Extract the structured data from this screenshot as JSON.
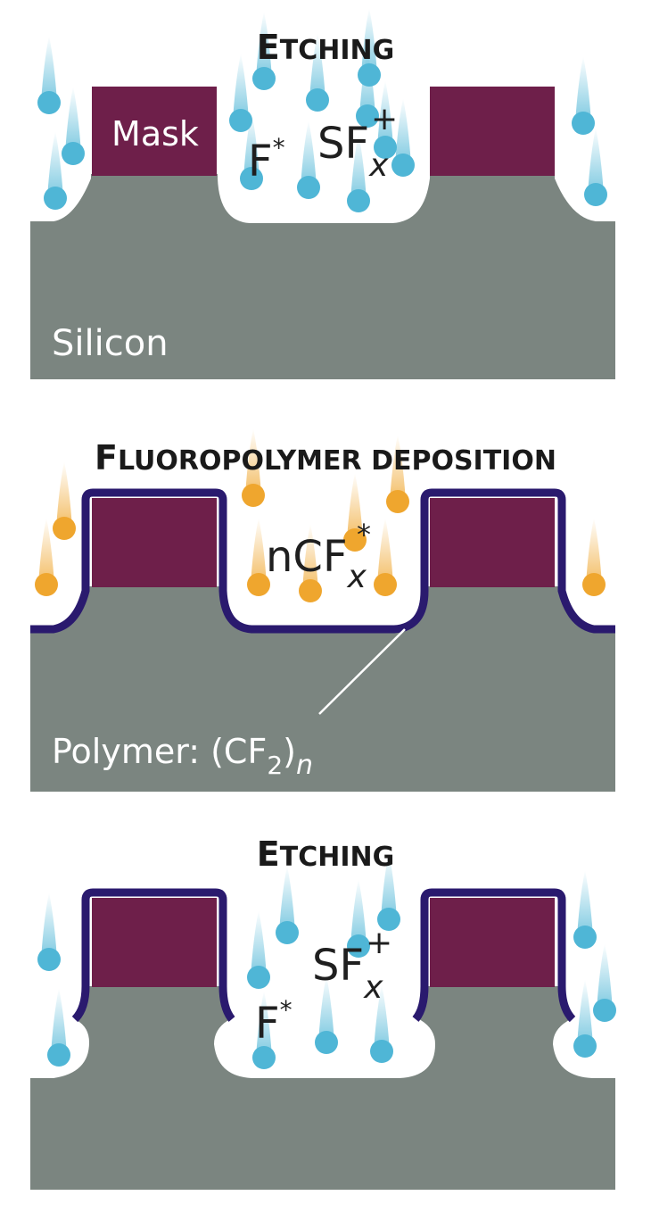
{
  "colors": {
    "silicon": "#7b8580",
    "mask": "#6e1f4a",
    "polymer": "#2a1a6e",
    "fluorine_particle": "#4fb6d6",
    "fluorocarbon_particle": "#efa62e",
    "background": "#ffffff"
  },
  "panels": [
    {
      "title_cap": "E",
      "title_rest": "TCHING",
      "mask_label": "Mask",
      "substrate_label": "Silicon",
      "radical_base": "F",
      "radical_sup": "*",
      "ion_base": "SF",
      "ion_sub": "x",
      "ion_sup": "+",
      "particle_icon": "blue-particle-icon"
    },
    {
      "title_cap": "F",
      "title_rest": "LUOROPOLYMER DEPOSITION",
      "species_base": "nCF",
      "species_sub": "x",
      "species_sup": "*",
      "polymer_label_prefix": "Polymer:  (CF",
      "polymer_label_sub": "2",
      "polymer_label_close": ")",
      "polymer_label_n": "n",
      "particle_icon": "orange-particle-icon"
    },
    {
      "title_cap": "E",
      "title_rest": "TCHING",
      "radical_base": "F",
      "radical_sup": "*",
      "ion_base": "SF",
      "ion_sub": "x",
      "ion_sup": "+",
      "particle_icon": "blue-particle-icon"
    }
  ]
}
